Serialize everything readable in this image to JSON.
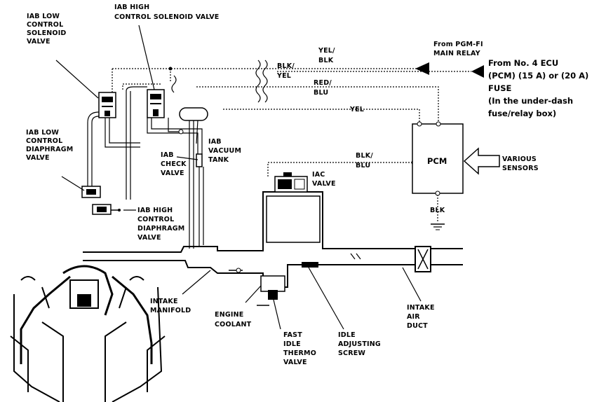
{
  "labels": {
    "iab_low_solenoid": [
      "IAB LOW",
      "CONTROL",
      "SOLENOID",
      "VALVE"
    ],
    "iab_high_solenoid": [
      "IAB HIGH",
      "CONTROL SOLENOID VALVE"
    ],
    "iab_low_diaphragm": [
      "IAB LOW",
      "CONTROL",
      "DIAPHRAGM",
      "VALVE"
    ],
    "iab_high_diaphragm": [
      "IAB HIGH",
      "CONTROL",
      "DIAPHRAGM",
      "VALVE"
    ],
    "iab_check_valve": [
      "IAB",
      "CHECK",
      "VALVE"
    ],
    "iab_vacuum_tank": [
      "IAB",
      "VACUUM",
      "TANK"
    ],
    "iac_valve": [
      "IAC",
      "VALVE"
    ],
    "pcm": "PCM",
    "various_sensors": [
      "VARIOUS",
      "SENSORS"
    ],
    "blk_ground": "BLK",
    "intake_manifold": [
      "INTAKE",
      "MANIFOLD"
    ],
    "engine_coolant": [
      "ENGINE",
      "COOLANT"
    ],
    "fast_idle_thermo_valve": [
      "FAST",
      "IDLE",
      "THERMO",
      "VALVE"
    ],
    "idle_adjusting_screw": [
      "IDLE",
      "ADJUSTING",
      "SCREW"
    ],
    "intake_air_duct": [
      "INTAKE",
      "AIR",
      "DUCT"
    ],
    "from_pgmfi": [
      "From PGM-FI",
      "MAIN RELAY"
    ],
    "from_ecu": [
      "From No. 4 ECU",
      "(PCM) (15 A) or (20 A)",
      "FUSE",
      "(In the under-dash",
      "fuse/relay box)"
    ]
  },
  "wires": {
    "yel_blk": [
      "YEL/",
      "BLK"
    ],
    "blk_yel": [
      "BLK/",
      "YEL"
    ],
    "red_blu": [
      "RED/",
      "BLU"
    ],
    "yel": "YEL",
    "blk_blu": [
      "BLK/",
      "BLU"
    ]
  }
}
